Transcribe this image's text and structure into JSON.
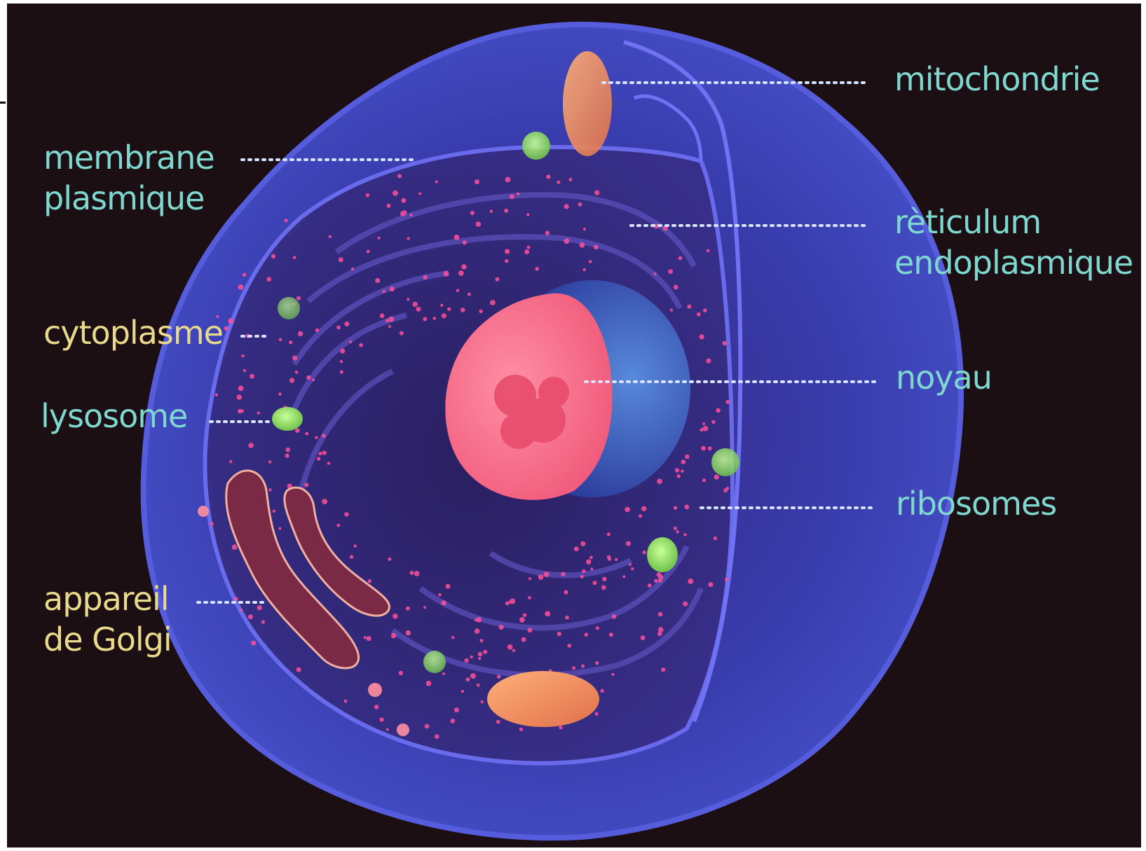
{
  "colors": {
    "background": "#1c0f14",
    "cell_membrane": "#4a4fcf",
    "label_teal": "#7fd8cf",
    "label_yellow": "#e9d98a",
    "nucleus": "#ff6b86",
    "lysosome_green": "#9be36b",
    "ribosome_pink": "#ff4f9a",
    "golgi": "#8a2e4a",
    "mitochondria": "#ff9a6a"
  },
  "labels": {
    "mitochondrie": "mitochondrie",
    "membrane_line1": "membrane",
    "membrane_line2": "plasmique",
    "reticulum_line1": "rèticulum",
    "reticulum_line2": "endoplasmique",
    "cytoplasme": "cytoplasme",
    "noyau": "noyau",
    "lysosome": "lysosome",
    "ribosomes": "ribosomes",
    "golgi_line1": "appareil",
    "golgi_line2": "de Golgi"
  }
}
